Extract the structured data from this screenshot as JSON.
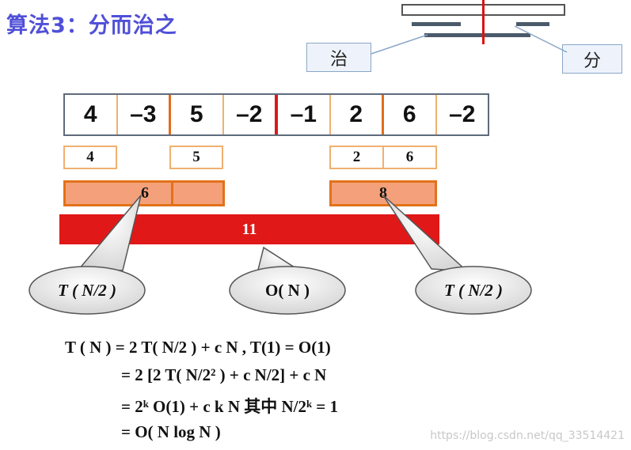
{
  "title": "算法3：分而治之",
  "callouts": {
    "conquer": "治",
    "divide": "分"
  },
  "array": [
    "4",
    "–3",
    "5",
    "–2",
    "–1",
    "2",
    "6",
    "–2"
  ],
  "partial": {
    "left_a": "4",
    "left_b": "5",
    "right_a": "2",
    "right_b": "6"
  },
  "merged": {
    "left": "6",
    "right": "8"
  },
  "total": "11",
  "bubbles": {
    "left": "T ( N/2 )",
    "middle": "O( N )",
    "right": "T ( N/2 )"
  },
  "formulas": {
    "line1": "T ( N ) = 2  T( N/2 ) + c N ,      T(1) = O(1)",
    "line2": "= 2  [2  T( N/2² ) + c N/2] + c N",
    "line3": "= 2ᵏ O(1) + c k N       其中  N/2ᵏ = 1",
    "line4": "= O( N log N )"
  },
  "watermark": "https://blog.csdn.net/qq_33514421",
  "colors": {
    "title": "#5050d8",
    "divider": "#d81a1a",
    "merge": "#f4a07a",
    "total": "#e01818"
  }
}
